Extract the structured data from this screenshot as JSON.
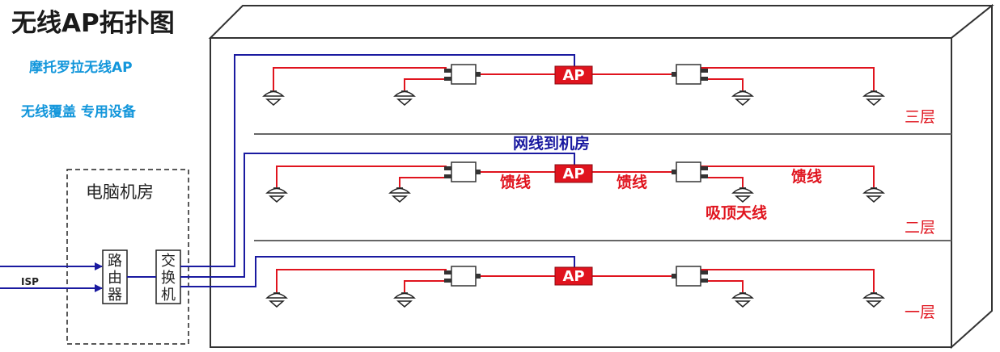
{
  "title": "无线AP拓扑图",
  "subtitle": {
    "line1": "摩托罗拉无线AP",
    "line2": "无线覆盖 专用设备"
  },
  "computer_room": {
    "label": "电脑机房",
    "isp_label": "ISP",
    "router_label": "路由器",
    "switch_label": "交换机"
  },
  "floors": {
    "third": "三层",
    "second": "二层",
    "first": "一层"
  },
  "ap_label": "AP",
  "labels": {
    "network_cable": "网线到机房",
    "feeder": "馈线",
    "ceiling_antenna": "吸顶天线"
  },
  "colors": {
    "feeder_line": "#e0141e",
    "network_line": "#1a1aa0",
    "subtitle_text": "#1296db",
    "ap_fill": "#e0141e"
  }
}
